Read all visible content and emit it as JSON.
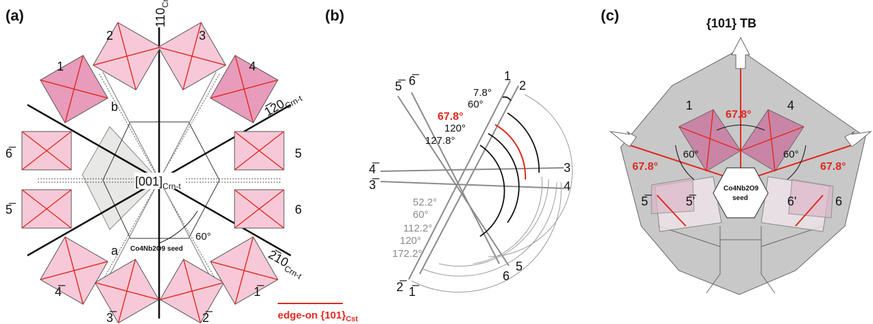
{
  "panels": {
    "a": "(a)",
    "b": "(b)",
    "c": "(c)"
  },
  "panel_a": {
    "axis_110_main": "110",
    "axis_110_sub": "Crn-t",
    "axis_120_main": "1̅20",
    "axis_120_sub": "Crn-t",
    "axis_210_main": "2̅10",
    "axis_210_sub": "Crn-t",
    "center_main": "[001]",
    "center_sub": "Crn-t",
    "seed_text": "Co4Nb2O9 seed",
    "angle": "60°",
    "point_a": "a",
    "point_b": "b",
    "labels": [
      "1",
      "2",
      "3",
      "4",
      "6̅",
      "5",
      "5̅",
      "6",
      "4̅",
      "1̅",
      "3̅",
      "2̅"
    ]
  },
  "panel_b": {
    "line_labels": [
      "1",
      "2",
      "3",
      "4",
      "5",
      "6",
      "5̅",
      "6̅",
      "4̅",
      "3̅",
      "2̅",
      "1̅"
    ],
    "angles_black": [
      "7.8°",
      "60°",
      "120°",
      "127.8°"
    ],
    "angle_red": "67.8°",
    "angles_grey": [
      "52.2°",
      "60°",
      "112.2°",
      "120°",
      "172.2°"
    ]
  },
  "panel_c": {
    "title": "{101} TB",
    "labels": [
      "1",
      "4",
      "5̅",
      "5̅'",
      "6'",
      "6"
    ],
    "angles_red": [
      "67.8°",
      "67.8°",
      "67.8°"
    ],
    "angles_black": [
      "60°",
      "60°"
    ],
    "seed_line1": "Co4Nb2O9",
    "seed_line2": "seed"
  },
  "legend": {
    "text": "edge-on {101}",
    "sub": "Cst",
    "color": "#e0281e"
  },
  "colors": {
    "pink_light": "#f7c9d8",
    "pink_dark": "#e89bbb",
    "red": "#e0281e",
    "grey_fill": "#c8c8c8",
    "grey_light": "#e8e8e6"
  }
}
